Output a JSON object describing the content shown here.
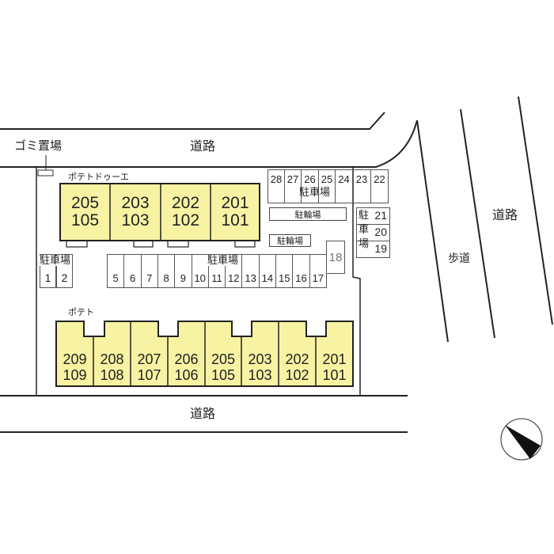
{
  "labels": {
    "road_top": "道路",
    "road_bottom": "道路",
    "road_right": "道路",
    "sidewalk": "歩道",
    "garbage": "ゴミ置場",
    "building_a_name": "ポテトドゥーエ",
    "building_b_name": "ポテト",
    "parking": "駐車場",
    "parking_right": [
      "駐",
      "車",
      "場"
    ],
    "bicycle_long": "駐輪場",
    "bicycle_short": "駐輪場",
    "parking_left": "駐車場"
  },
  "building_a_units": [
    {
      "upper": "205",
      "lower": "105"
    },
    {
      "upper": "203",
      "lower": "103"
    },
    {
      "upper": "202",
      "lower": "102"
    },
    {
      "upper": "201",
      "lower": "101"
    }
  ],
  "building_b_units": [
    {
      "upper": "209",
      "lower": "109"
    },
    {
      "upper": "208",
      "lower": "108"
    },
    {
      "upper": "207",
      "lower": "107"
    },
    {
      "upper": "206",
      "lower": "106"
    },
    {
      "upper": "205",
      "lower": "105"
    },
    {
      "upper": "203",
      "lower": "103"
    },
    {
      "upper": "202",
      "lower": "102"
    },
    {
      "upper": "201",
      "lower": "101"
    }
  ],
  "parking_left_slots": [
    "1",
    "2"
  ],
  "parking_middle_slots": [
    "5",
    "6",
    "7",
    "8",
    "9",
    "10",
    "11",
    "12",
    "13",
    "14",
    "15",
    "16",
    "17"
  ],
  "parking_slot_18": "18",
  "parking_top_slots": [
    "28",
    "27",
    "26",
    "25",
    "24",
    "23",
    "22"
  ],
  "parking_right_slots": [
    "21",
    "20",
    "19"
  ],
  "colors": {
    "unit_fill": "#f7f3a3",
    "line": "#222222"
  },
  "compass_icon": "north-arrow-icon"
}
